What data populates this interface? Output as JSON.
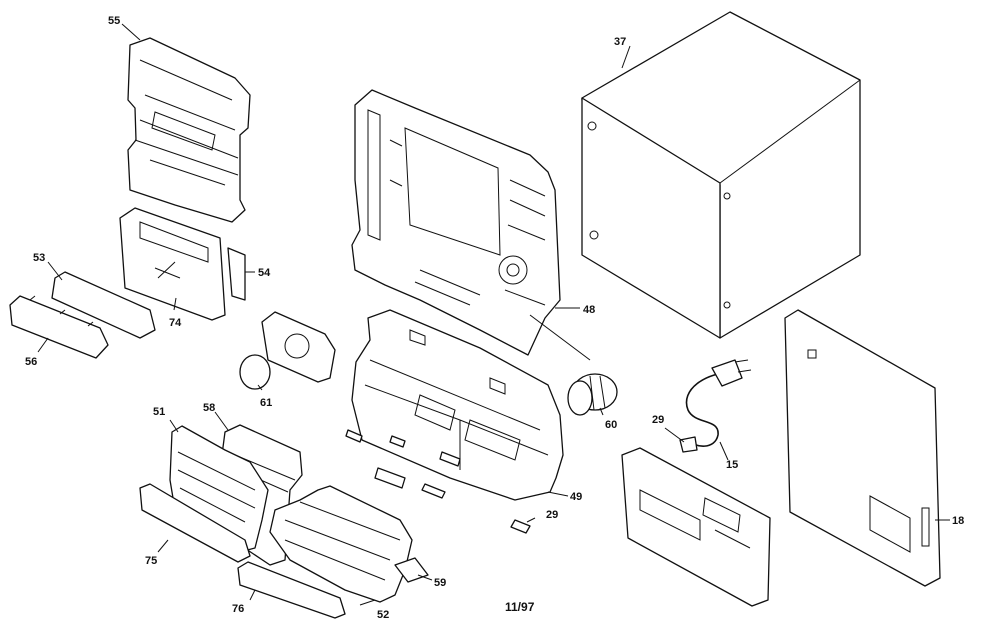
{
  "labels": {
    "p55": "55",
    "p37": "37",
    "p53": "53",
    "p54": "54",
    "p74": "74",
    "p56": "56",
    "p48": "48",
    "p61": "61",
    "p60": "60",
    "p51": "51",
    "p58": "58",
    "p29a": "29",
    "p15": "15",
    "p18": "18",
    "p49": "49",
    "p29b": "29",
    "p75": "75",
    "p59": "59",
    "p76": "76",
    "p52": "52"
  },
  "footer": {
    "date": "11/97"
  }
}
